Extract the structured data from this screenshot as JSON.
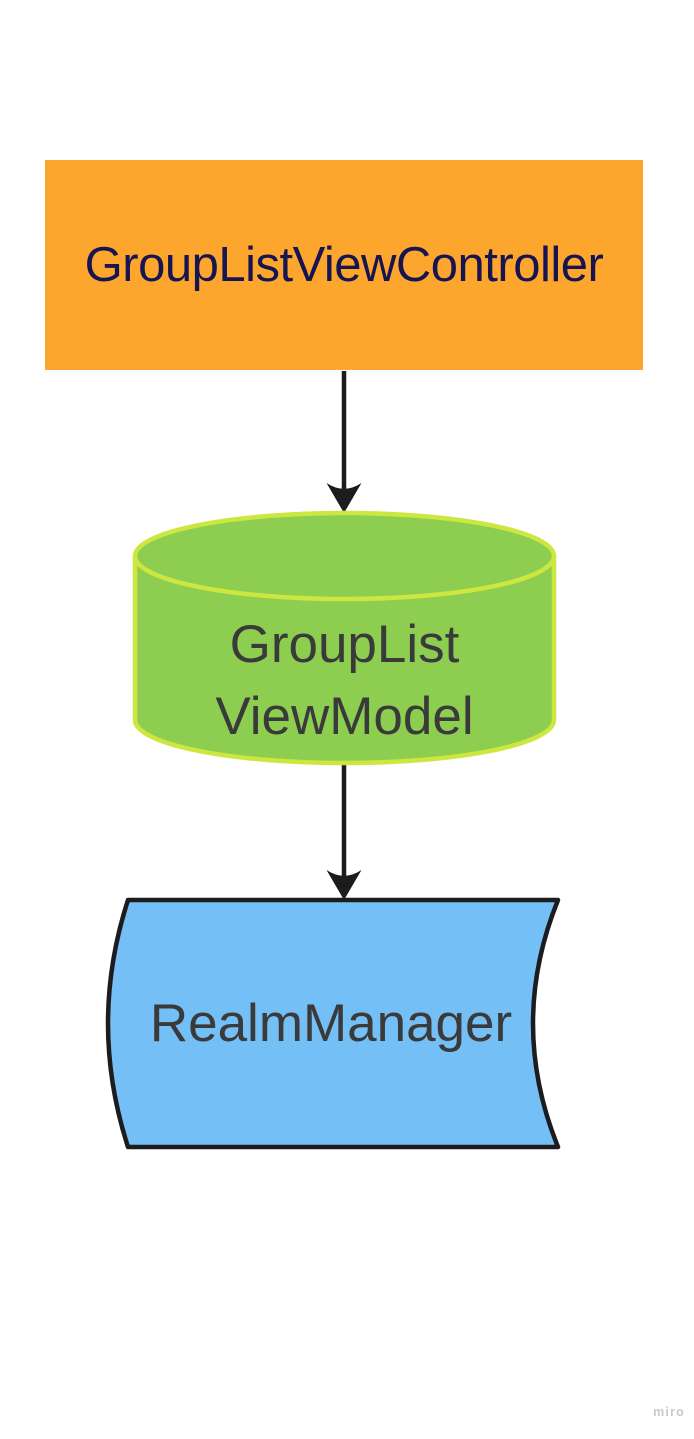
{
  "canvas": {
    "background": "#ffffff"
  },
  "colors": {
    "ink": "#1C1C1E",
    "orange_fill": "#FDA62E",
    "orange_text": "#171452",
    "green_fill": "#8DCE50",
    "green_stroke": "#CDE741",
    "blue_fill": "#73BFF6",
    "node_text": "#3A3A3A"
  },
  "diagram": {
    "nodes": [
      {
        "id": "controller",
        "shape": "rectangle",
        "label": "GroupListViewController",
        "fill": "#FDA62E",
        "text_color": "#171452"
      },
      {
        "id": "viewmodel",
        "shape": "cylinder",
        "label": "GroupList ViewModel",
        "label_line1": "GroupList",
        "label_line2": "ViewModel",
        "fill": "#8DCE50",
        "stroke": "#CDE741",
        "text_color": "#3A3A3A"
      },
      {
        "id": "realmmanager",
        "shape": "stored-data",
        "label": "RealmManager",
        "fill": "#73BFF6",
        "stroke": "#1C1C1E",
        "text_color": "#3A3A3A"
      }
    ],
    "edges": [
      {
        "from": "controller",
        "to": "viewmodel",
        "style": "solid",
        "arrowhead": "filled-v"
      },
      {
        "from": "viewmodel",
        "to": "realmmanager",
        "style": "solid",
        "arrowhead": "filled-v"
      }
    ]
  },
  "watermark": {
    "label": "miro",
    "color": "#C9C8D1"
  }
}
